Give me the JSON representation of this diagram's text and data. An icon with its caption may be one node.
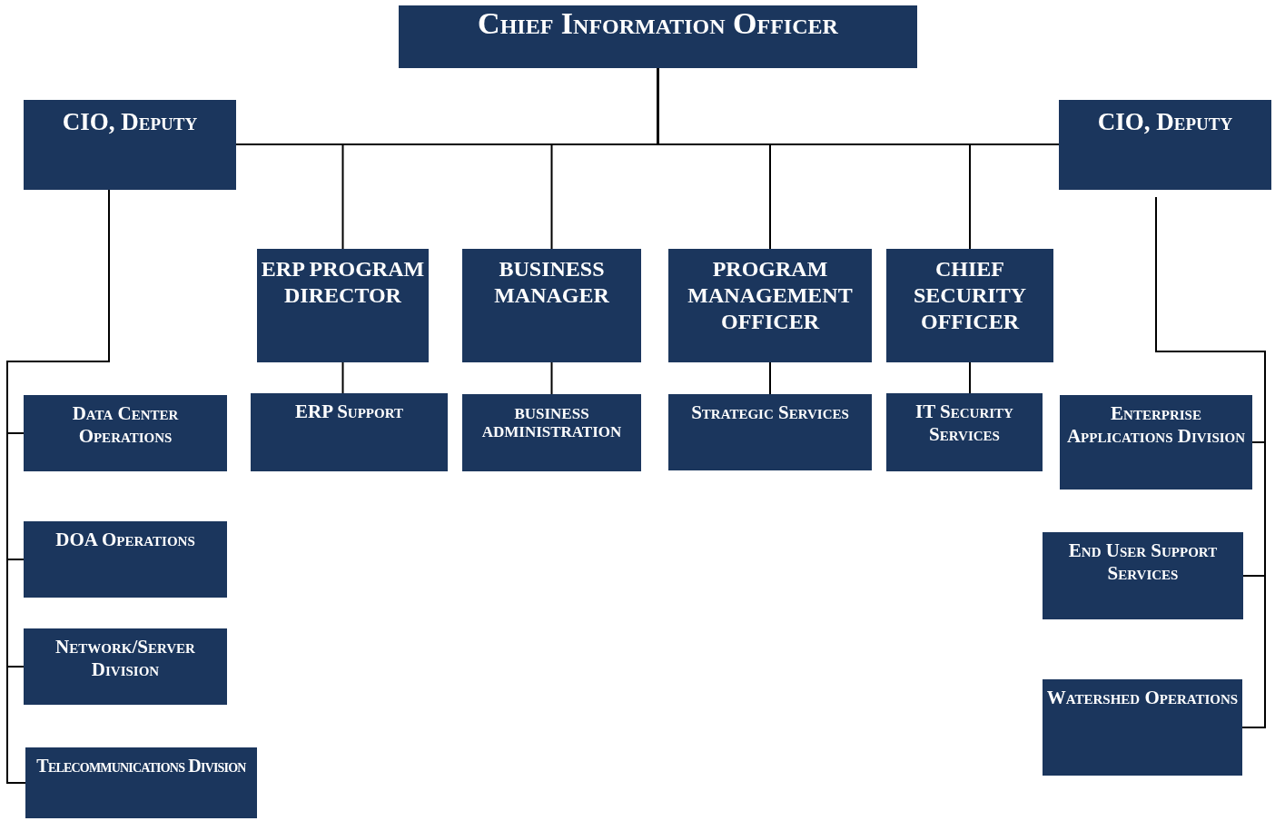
{
  "diagram": {
    "nodes": [
      {
        "text": [
          "Chief Information Officer"
        ]
      },
      {
        "text": [
          "CIO, Deputy"
        ]
      },
      {
        "text": [
          "CIO, Deputy"
        ]
      },
      {
        "text": [
          "ERP PROGRAM DIRECTOR"
        ]
      },
      {
        "text": [
          "BUSINESS MANAGER"
        ]
      },
      {
        "text": [
          "PROGRAM MANAGEMENT OFFICER"
        ]
      },
      {
        "text": [
          "CHIEF SECURITY OFFICER"
        ]
      },
      {
        "text": [
          "Data Center Operations"
        ]
      },
      {
        "text": [
          "ERP Support"
        ]
      },
      {
        "text": [
          "BUSINESS ADMINISTRATION"
        ]
      },
      {
        "text": [
          "Strategic Services"
        ]
      },
      {
        "text": [
          "IT Security Services"
        ]
      },
      {
        "text": [
          "Enterprise Applications Division"
        ]
      },
      {
        "text": [
          "DOA Operations"
        ]
      },
      {
        "text": [
          "Network/Server Division"
        ]
      },
      {
        "text": [
          "Telecommunications Division"
        ]
      },
      {
        "text": [
          "End User Support Services"
        ]
      },
      {
        "text": [
          "Watershed Operations"
        ]
      }
    ],
    "edges": [
      {
        "from": 0,
        "to": 1,
        "arrow": "none"
      },
      {
        "from": 0,
        "to": 2,
        "arrow": "none"
      },
      {
        "from": 0,
        "to": 3,
        "arrow": "none"
      },
      {
        "from": 0,
        "to": 4,
        "arrow": "none"
      },
      {
        "from": 0,
        "to": 5,
        "arrow": "none"
      },
      {
        "from": 0,
        "to": 6,
        "arrow": "none"
      },
      {
        "from": 3,
        "to": 8,
        "arrow": "none"
      },
      {
        "from": 4,
        "to": 9,
        "arrow": "none"
      },
      {
        "from": 5,
        "to": 10,
        "arrow": "none"
      },
      {
        "from": 6,
        "to": 11,
        "arrow": "none"
      },
      {
        "from": 1,
        "to": 7,
        "arrow": "none"
      },
      {
        "from": 1,
        "to": 13,
        "arrow": "none"
      },
      {
        "from": 1,
        "to": 14,
        "arrow": "none"
      },
      {
        "from": 1,
        "to": 15,
        "arrow": "none"
      },
      {
        "from": 2,
        "to": 12,
        "arrow": "none"
      },
      {
        "from": 2,
        "to": 16,
        "arrow": "none"
      },
      {
        "from": 2,
        "to": 17,
        "arrow": "none"
      }
    ]
  }
}
